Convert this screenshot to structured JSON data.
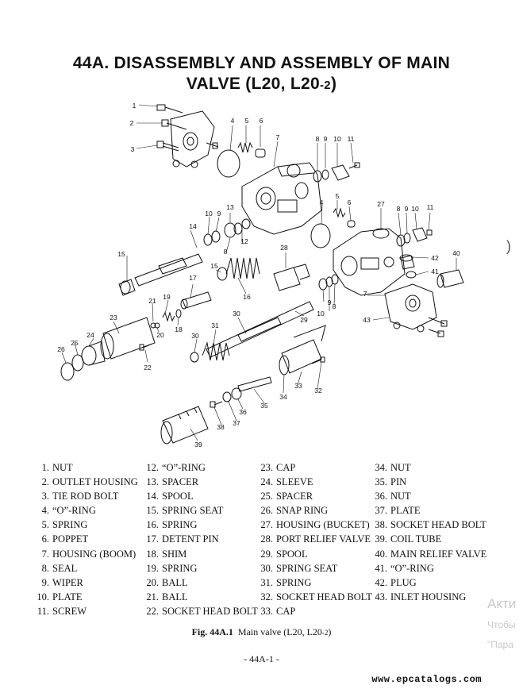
{
  "title": {
    "line1": "44A.  DISASSEMBLY AND ASSEMBLY OF MAIN",
    "line2_main": "VALVE (L20, L20",
    "line2_sub": "-2",
    "line2_end": ")"
  },
  "diagram_labels": [
    "1",
    "2",
    "3",
    "4",
    "5",
    "6",
    "7",
    "8",
    "9",
    "10",
    "11",
    "9",
    "10",
    "13",
    "14",
    "15",
    "12",
    "8",
    "15",
    "17",
    "16",
    "19",
    "21",
    "18",
    "20",
    "23",
    "22",
    "24",
    "25",
    "26",
    "28",
    "27",
    "5",
    "6",
    "8",
    "9",
    "10",
    "11",
    "4",
    "42",
    "41",
    "40",
    "9",
    "10",
    "8",
    "7",
    "43",
    "29",
    "30",
    "31",
    "30",
    "34",
    "33",
    "32",
    "35",
    "36",
    "37",
    "38",
    "39"
  ],
  "legend": {
    "col1": [
      {
        "num": "1.",
        "label": "NUT"
      },
      {
        "num": "2.",
        "label": "OUTLET HOUSING"
      },
      {
        "num": "3.",
        "label": "TIE ROD BOLT"
      },
      {
        "num": "4.",
        "label": "“O”-RING"
      },
      {
        "num": "5.",
        "label": "SPRING"
      },
      {
        "num": "6.",
        "label": "POPPET"
      },
      {
        "num": "7.",
        "label": "HOUSING (BOOM)"
      },
      {
        "num": "8.",
        "label": "SEAL"
      },
      {
        "num": "9.",
        "label": "WIPER"
      },
      {
        "num": "10.",
        "label": "PLATE"
      },
      {
        "num": "11.",
        "label": "SCREW"
      }
    ],
    "col2": [
      {
        "num": "12.",
        "label": "“O”-RING"
      },
      {
        "num": "13.",
        "label": "SPACER"
      },
      {
        "num": "14.",
        "label": "SPOOL"
      },
      {
        "num": "15.",
        "label": "SPRING SEAT"
      },
      {
        "num": "16.",
        "label": "SPRING"
      },
      {
        "num": "17.",
        "label": "DETENT PIN"
      },
      {
        "num": "18.",
        "label": "SHIM"
      },
      {
        "num": "19.",
        "label": "SPRING"
      },
      {
        "num": "20.",
        "label": "BALL"
      },
      {
        "num": "21.",
        "label": "BALL"
      },
      {
        "num": "22.",
        "label": "SOCKET HEAD BOLT"
      }
    ],
    "col3": [
      {
        "num": "23.",
        "label": "CAP"
      },
      {
        "num": "24.",
        "label": "SLEEVE"
      },
      {
        "num": "25.",
        "label": "SPACER"
      },
      {
        "num": "26.",
        "label": "SNAP RING"
      },
      {
        "num": "27.",
        "label": "HOUSING (BUCKET)"
      },
      {
        "num": "28.",
        "label": "PORT RELIEF VALVE"
      },
      {
        "num": "29.",
        "label": "SPOOL"
      },
      {
        "num": "30.",
        "label": "SPRING SEAT"
      },
      {
        "num": "31.",
        "label": "SPRING"
      },
      {
        "num": "32.",
        "label": "SOCKET HEAD BOLT"
      },
      {
        "num": "33.",
        "label": "CAP"
      }
    ],
    "col4": [
      {
        "num": "34.",
        "label": "NUT"
      },
      {
        "num": "35.",
        "label": "PIN"
      },
      {
        "num": "36.",
        "label": "NUT"
      },
      {
        "num": "37.",
        "label": "PLATE"
      },
      {
        "num": "38.",
        "label": "SOCKET HEAD BOLT"
      },
      {
        "num": "39.",
        "label": "COIL TUBE"
      },
      {
        "num": "40.",
        "label": "MAIN RELIEF VALVE"
      },
      {
        "num": "41.",
        "label": "“O”-RING"
      },
      {
        "num": "42.",
        "label": "PLUG"
      },
      {
        "num": "43.",
        "label": "INLET HOUSING"
      }
    ]
  },
  "caption": {
    "bold": "Fig. 44A.1",
    "text": "Main valve (L20, L20",
    "sub": "-2",
    "end": ")"
  },
  "page_number": "- 44A-1 -",
  "watermark": "www.epcatalogs.com",
  "overlay": {
    "line1": "Акти",
    "line2": "Чтобы",
    "line3": "\"Пара",
    "paren": ")"
  }
}
